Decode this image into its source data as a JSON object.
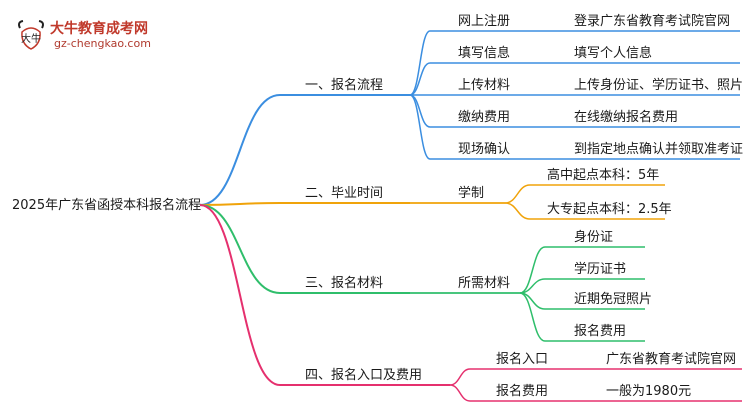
{
  "logo": {
    "name": "大牛教育成考网",
    "url": "gz-chengkao.com",
    "mark_text": "大牛"
  },
  "root": "2025年广东省函授本科报名流程",
  "colors": {
    "blue": "#3b8ee0",
    "orange": "#f0a30a",
    "green": "#2fbe6b",
    "pink": "#e5306e"
  },
  "branches": [
    {
      "label": "一、报名流程",
      "children": [
        {
          "label": "网上注册",
          "detail": "登录广东省教育考试院官网"
        },
        {
          "label": "填写信息",
          "detail": "填写个人信息"
        },
        {
          "label": "上传材料",
          "detail": "上传身份证、学历证书、照片"
        },
        {
          "label": "缴纳费用",
          "detail": "在线缴纳报名费用"
        },
        {
          "label": "现场确认",
          "detail": "到指定地点确认并领取准考证"
        }
      ]
    },
    {
      "label": "二、毕业时间",
      "mid": "学制",
      "children": [
        {
          "label": "高中起点本科：5年"
        },
        {
          "label": "大专起点本科：2.5年"
        }
      ]
    },
    {
      "label": "三、报名材料",
      "mid": "所需材料",
      "children": [
        {
          "label": "身份证"
        },
        {
          "label": "学历证书"
        },
        {
          "label": "近期免冠照片"
        },
        {
          "label": "报名费用"
        }
      ]
    },
    {
      "label": "四、报名入口及费用",
      "children": [
        {
          "label": "报名入口",
          "detail": "广东省教育考试院官网"
        },
        {
          "label": "报名费用",
          "detail": "一般为1980元"
        }
      ]
    }
  ]
}
